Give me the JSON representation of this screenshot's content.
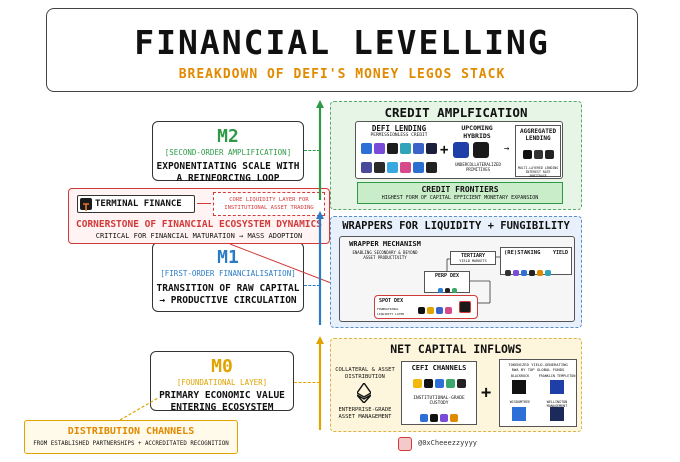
{
  "header": {
    "title": "FINANCIAL LEVELLING",
    "subtitle": "BREAKDOWN OF DEFI'S MONEY LEGOS STACK"
  },
  "levels": {
    "m2": {
      "code": "M2",
      "sub": "[SECOND-ORDER AMPLIFICATION]",
      "desc1": "EXPONENTIATING SCALE WITH",
      "desc2": "A REINFORCING LOOP",
      "color": "#2e9a48"
    },
    "m1": {
      "code": "M1",
      "sub": "[FIRST-ORDER FINANCIALISATION]",
      "desc1": "TRANSITION OF RAW CAPITAL",
      "desc2": "→ PRODUCTIVE CIRCULATION",
      "color": "#2b7cc4"
    },
    "m0": {
      "code": "M0",
      "sub": "[FOUNDATIONAL LAYER]",
      "desc1": "PRIMARY ECONOMIC VALUE",
      "desc2": "ENTERING ECOSYSTEM",
      "color": "#e0a300"
    }
  },
  "terminal": {
    "name": "TERMINAL FINANCE",
    "note1": "CORE LIQUIDITY LAYER FOR",
    "note2": "INSTITUTIONAL ASSET TRADING",
    "headline": "CORNERSTONE OF FINANCIAL ECOSYSTEM DYNAMICS",
    "caption": "CRITICAL FOR FINANCIAL MATURATION → MASS ADOPTION",
    "color": "#d23a3a"
  },
  "distribution": {
    "title": "DISTRIBUTION CHANNELS",
    "caption": "FROM ESTABLISHED PARTNERSHIPS + ACCREDITATED RECOGNITION"
  },
  "credit": {
    "title": "CREDIT AMPLFICATION",
    "defi_lending": "DEFI LENDING",
    "defi_lending_sub": "PERMISSIONLESS CREDIT",
    "hybrids": "UPCOMING HYBRIDS",
    "hybrids_sub1": "UNDERCOLLATERALIZED",
    "hybrids_sub2": "PRIMITIVES",
    "aggregated": "AGGREGATED LENDING",
    "aggregated_sub1": "MULTI-LAYERED LENDING",
    "aggregated_sub2": "INTEREST RATE ARBITRAGE",
    "frontiers": "CREDIT FRONTIERS",
    "frontiers_sub": "HIGHEST FORM OF CAPITAL EFFICIENT MONETARY EXPANSION"
  },
  "wrappers": {
    "title": "WRAPPERS FOR LIQUIDITY + FUNGIBILITY",
    "mechanism": "WRAPPER MECHANISM",
    "mechanism_sub1": "ENABLING SECONDARY & BEYOND",
    "mechanism_sub2": "ASSET PRODUCTIVITY",
    "tertiary": "TERTIARY",
    "tertiary_sub": "YIELD MARKETS",
    "restaking": "(RE)STAKING",
    "yield": "YIELD",
    "perp": "PERP DEX",
    "perp_sub1": "SECONDARY",
    "perp_sub2": "DERIVATIVES LAYER",
    "spot": "SPOT DEX",
    "spot_sub1": "FOUNDATIONAL",
    "spot_sub2": "LIQUIDITY LAYER"
  },
  "inflows": {
    "title": "NET CAPITAL INFLOWS",
    "collateral1": "COLLATERAL & ASSET",
    "collateral2": "DISTRIBUTION",
    "enterprise1": "ENTERPRISE-GRADE",
    "enterprise2": "ASSET MANAGEMENT",
    "cefi": "CEFI CHANNELS",
    "custody1": "INSTITUTIONAL-GRADE",
    "custody2": "CUSTODY",
    "tokenized1": "TOKENIZED YIELD-GENERATING",
    "tokenized2": "RWA BY TOP GLOBAL FUNDS",
    "fund_a": "BLACKROCK",
    "fund_b": "FRANKLIN TEMPLETON",
    "fund_c": "WISDOMTREE",
    "fund_d": "WELLINGTON MANAGEMENT"
  },
  "footer": {
    "handle": "@0xCheeezzyyyy"
  },
  "colors": {
    "green_zone": "#e6f5e6",
    "blue_zone": "#e8f1fb",
    "yellow_zone": "#fdf6dc",
    "accent_orange": "#e08a00",
    "accent_red": "#d23a3a"
  }
}
